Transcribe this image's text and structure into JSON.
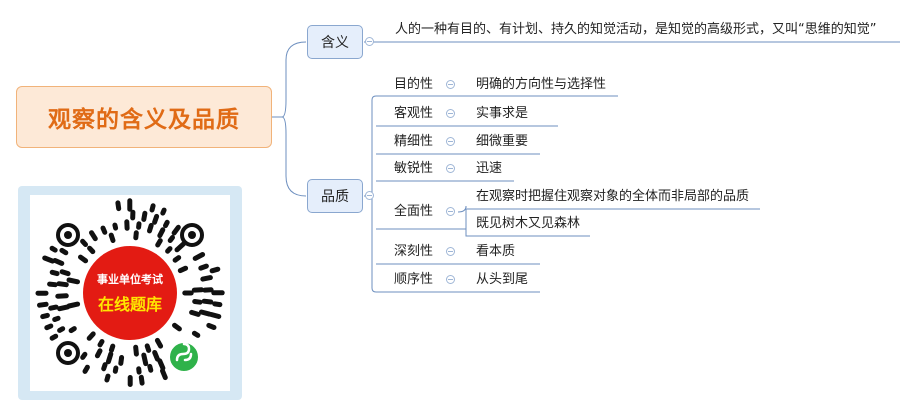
{
  "root": {
    "title": "观察的含义及品质"
  },
  "branches": {
    "meaning": {
      "label": "含义",
      "text": "人的一种有目的、有计划、持久的知觉活动，是知觉的高级形式，又叫“思维的知觉”"
    },
    "quality": {
      "label": "品质",
      "items": [
        {
          "name": "目的性",
          "desc": "明确的方向性与选择性"
        },
        {
          "name": "客观性",
          "desc": "实事求是"
        },
        {
          "name": "精细性",
          "desc": "细微重要"
        },
        {
          "name": "敏锐性",
          "desc": "迅速"
        },
        {
          "name": "全面性",
          "desc": "在观察时把握住观察对象的全体而非局部的品质",
          "desc2": "既见树木又见森林"
        },
        {
          "name": "深刻性",
          "desc": "看本质"
        },
        {
          "name": "顺序性",
          "desc": "从头到尾"
        }
      ]
    }
  },
  "qr": {
    "line1": "事业单位考试",
    "line2": "在线题库",
    "ring_color": "#e31b13",
    "text2_color": "#ffe600",
    "badge_color": "#2fb24a",
    "badge_icon": "mini-program-icon"
  },
  "colors": {
    "root_fill": "#fde9d7",
    "root_border": "#f1b37a",
    "root_text": "#e06b16",
    "branch_fill": "#e5eefb",
    "branch_border": "#8aa7cf",
    "line": "#6d8fbf"
  }
}
